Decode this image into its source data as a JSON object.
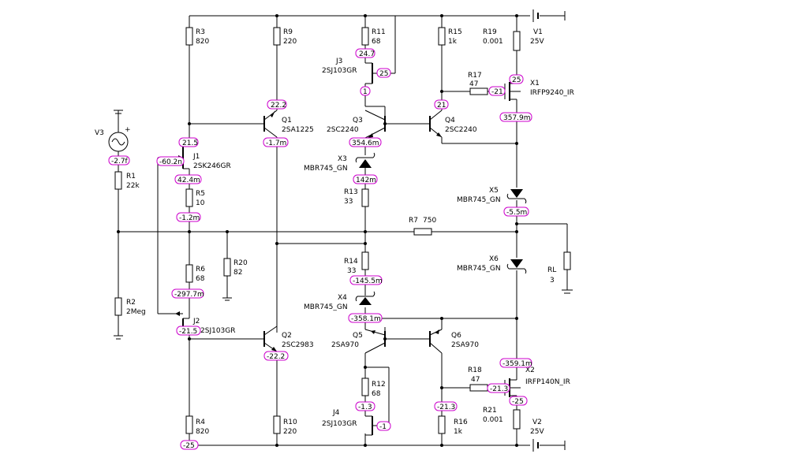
{
  "components": {
    "R3": {
      "ref": "R3",
      "value": "820"
    },
    "R9": {
      "ref": "R9",
      "value": "220"
    },
    "R11": {
      "ref": "R11",
      "value": "68"
    },
    "R15": {
      "ref": "R15",
      "value": "1k"
    },
    "R19": {
      "ref": "R19",
      "value": "0.001"
    },
    "V1": {
      "ref": "V1",
      "value": "25V"
    },
    "J3": {
      "ref": "J3",
      "value": "2SJ103GR"
    },
    "R17": {
      "ref": "R17",
      "value": "47"
    },
    "X1": {
      "ref": "X1",
      "value": "IRFP9240_IR"
    },
    "Q1": {
      "ref": "Q1",
      "value": "2SA1225"
    },
    "Q3": {
      "ref": "Q3",
      "value": "2SC2240"
    },
    "Q4": {
      "ref": "Q4",
      "value": "2SC2240"
    },
    "V3": {
      "ref": "V3",
      "value": ""
    },
    "J1": {
      "ref": "J1",
      "value": "2SK246GR"
    },
    "X3": {
      "ref": "X3",
      "value": "MBR745_GN"
    },
    "R1": {
      "ref": "R1",
      "value": "22k"
    },
    "R5": {
      "ref": "R5",
      "value": "10"
    },
    "R13": {
      "ref": "R13",
      "value": "33"
    },
    "X5": {
      "ref": "X5",
      "value": "MBR745_GN"
    },
    "R7": {
      "ref": "R7",
      "value": "750"
    },
    "R20": {
      "ref": "R20",
      "value": "82"
    },
    "R14": {
      "ref": "R14",
      "value": "33"
    },
    "X6": {
      "ref": "X6",
      "value": "MBR745_GN"
    },
    "RL": {
      "ref": "RL",
      "value": "3"
    },
    "R6": {
      "ref": "R6",
      "value": "68"
    },
    "R2": {
      "ref": "R2",
      "value": "2Meg"
    },
    "X4": {
      "ref": "X4",
      "value": "MBR745_GN"
    },
    "J2": {
      "ref": "J2",
      "value": "2SJ103GR"
    },
    "Q2": {
      "ref": "Q2",
      "value": "2SC2983"
    },
    "Q5": {
      "ref": "Q5",
      "value": "2SA970"
    },
    "Q6": {
      "ref": "Q6",
      "value": "2SA970"
    },
    "R18": {
      "ref": "R18",
      "value": "47"
    },
    "X2": {
      "ref": "X2",
      "value": "IRFP140N_IR"
    },
    "R12": {
      "ref": "R12",
      "value": "68"
    },
    "R21": {
      "ref": "R21",
      "value": "0.001"
    },
    "V2": {
      "ref": "V2",
      "value": "25V"
    },
    "J4": {
      "ref": "J4",
      "value": "2SJ103GR"
    },
    "R16": {
      "ref": "R16",
      "value": "1k"
    },
    "R4": {
      "ref": "R4",
      "value": "820"
    },
    "R10": {
      "ref": "R10",
      "value": "220"
    }
  },
  "probes": {
    "p_q1_emit": "22.2",
    "p_j3_src": "24.7",
    "p_j3_gate": "25",
    "p_j3_drain": "1",
    "p_q4_base": "21",
    "p_r17_gate": "-21",
    "p_x1_src": "25",
    "p_x1_drain": "357.9m",
    "p_q1_base": "21.5",
    "p_q1_coll": "-1.7m",
    "p_q3_emit": "354.6m",
    "p_v3": "-2.7f",
    "p_j1_gate": "-60.2n",
    "p_j1_src": "42.4m",
    "p_x3": "142m",
    "p_r5": "-1.2m",
    "p_x5": "-5.5m",
    "p_r14": "-145.5m",
    "p_r6": "-297.7m",
    "p_x4": "-358.1m",
    "p_j2": "-21.5",
    "p_q2": "-22.2",
    "p_x2_drain": "-359.1m",
    "p_r18": "-21.3",
    "p_x2_src": "-25",
    "p_r16": "-21.3",
    "p_j4_src": "-1.3",
    "p_j4_gate": "-1",
    "p_r4": "-25"
  }
}
